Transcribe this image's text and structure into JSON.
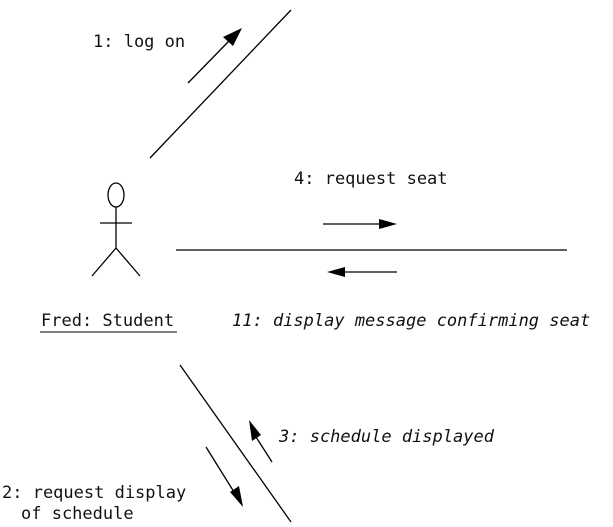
{
  "actor": {
    "name": "Fred: Student"
  },
  "messages": {
    "log_on": "1: log on",
    "request_seat": "4: request seat",
    "confirm_seat": "11: display message confirming seat",
    "schedule_displayed": "3: schedule displayed",
    "request_display_line1": "2: request display",
    "request_display_line2": "of schedule"
  },
  "colors": {
    "line": "#000000",
    "text": "#111111",
    "background": "#ffffff"
  }
}
